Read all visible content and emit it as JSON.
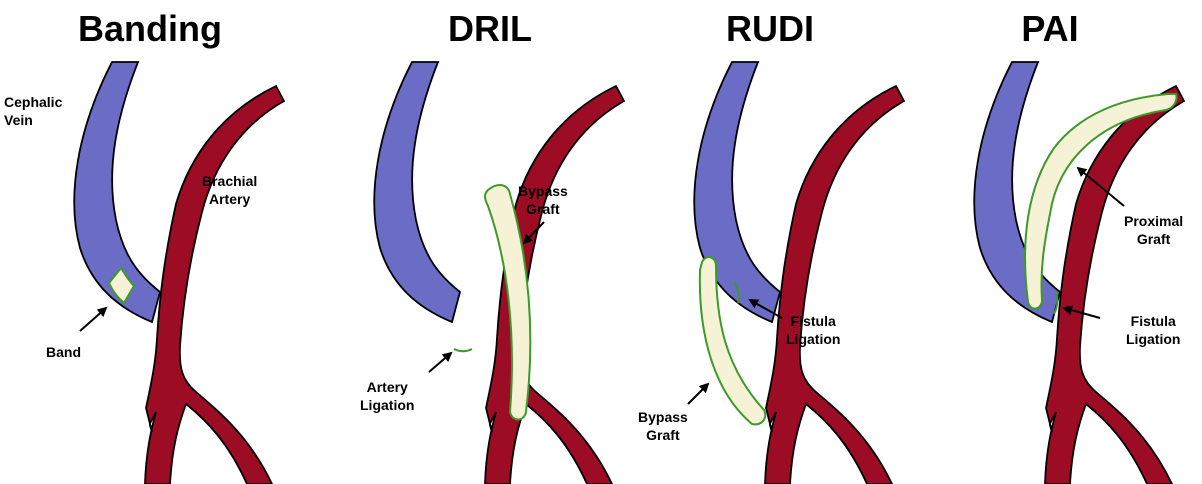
{
  "colors": {
    "vein": "#6a6cc6",
    "artery": "#9c0c24",
    "graft": "#f6f2d6",
    "graft_outline": "#3c9a2a",
    "outline": "#000000"
  },
  "panels": [
    {
      "title": "Banding",
      "labels": {
        "vein": [
          "Cephalic",
          "Vein"
        ],
        "artery": [
          "Brachial",
          "Artery"
        ],
        "band": [
          "Band"
        ]
      }
    },
    {
      "title": "DRIL",
      "labels": {
        "graft": [
          "Bypass",
          "Graft"
        ],
        "ligation": [
          "Artery",
          "Ligation"
        ]
      }
    },
    {
      "title": "RUDI",
      "labels": {
        "ligation": [
          "Fistula",
          "Ligation"
        ],
        "graft": [
          "Bypass",
          "Graft"
        ]
      }
    },
    {
      "title": "PAI",
      "labels": {
        "graft": [
          "Proximal",
          "Graft"
        ],
        "ligation": [
          "Fistula",
          "Ligation"
        ]
      }
    }
  ]
}
